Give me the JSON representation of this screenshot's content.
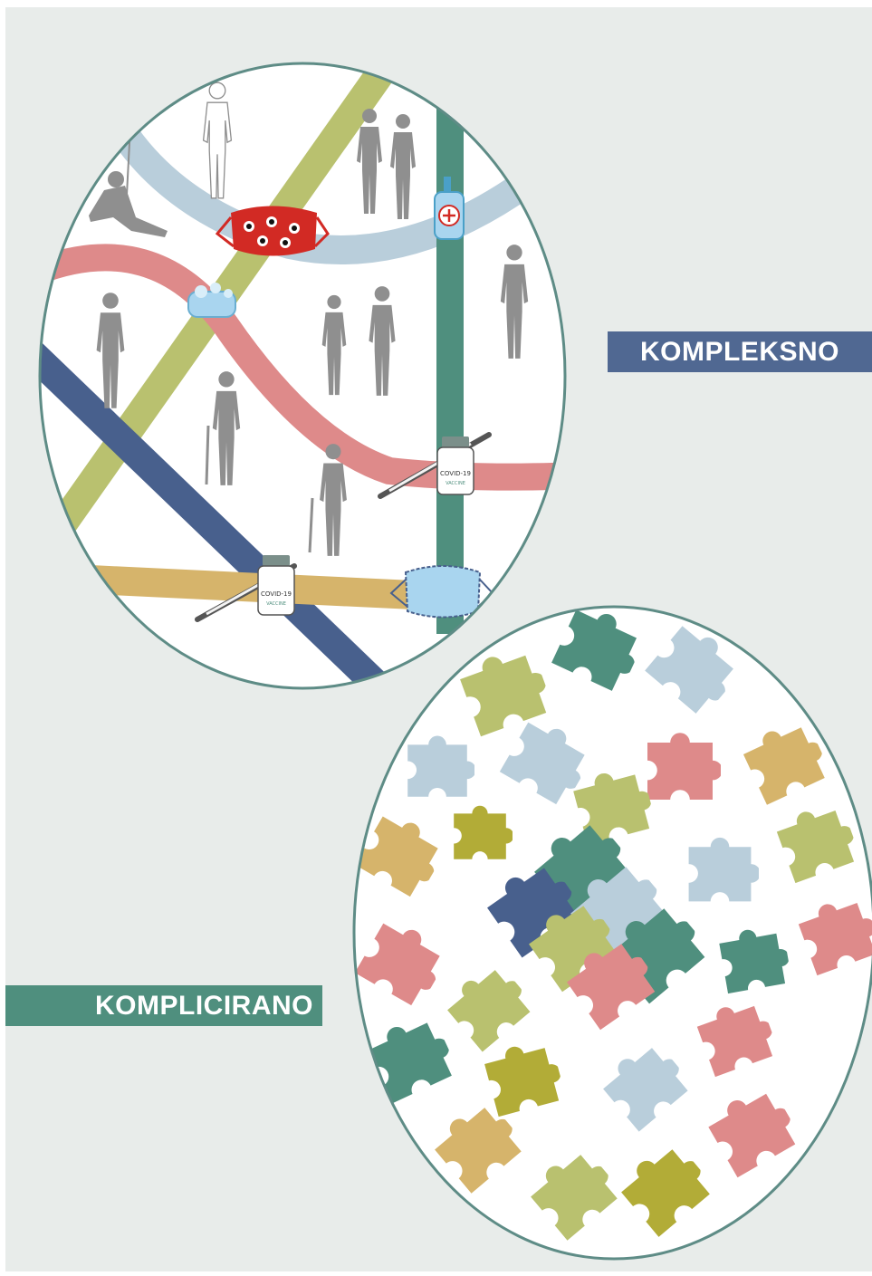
{
  "labels": {
    "complex": "KOMPLEKSNO",
    "complicated": "KOMPLICIRANO"
  },
  "vaccine_labels": {
    "vial_1_title": "COVID-19",
    "vial_1_sub": "VACCINE",
    "vial_2_title": "COVID-19",
    "vial_2_sub": "VACCINE"
  },
  "colors": {
    "background": "#e8ecea",
    "circle_fill": "#ffffff",
    "circle_stroke": "#5e8c86",
    "kompleksno_box": "#506892",
    "komplicirano_box": "#4f8f7e",
    "light_blue": "#b9cedb",
    "pink": "#de8a8a",
    "olive_green": "#b9c16f",
    "navy": "#48608d",
    "teal": "#4f8f7e",
    "gold": "#d6b46b",
    "mustard": "#b2ac37",
    "silhouette": "#8f8f8f",
    "mask_red": "#d22a24",
    "mask_blue": "#a9d5ef"
  },
  "icons": [
    "person-silhouette-icon",
    "face-mask-icon",
    "hand-sanitizer-icon",
    "soap-icon",
    "vaccine-vial-icon",
    "syringe-icon",
    "puzzle-piece-icon"
  ]
}
